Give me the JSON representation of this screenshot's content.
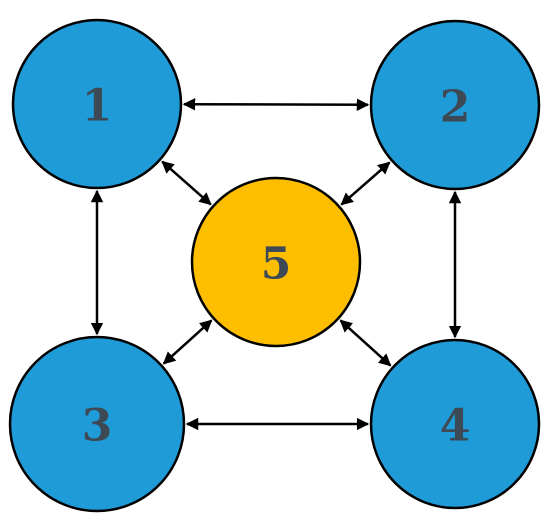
{
  "colors": {
    "outer_node_fill": "#1f9bd8",
    "center_node_fill": "#fdbe00",
    "label_color": "#3d4a56",
    "edge_color": "#000000"
  },
  "nodes": [
    {
      "id": "1",
      "label": "1",
      "role": "outer"
    },
    {
      "id": "2",
      "label": "2",
      "role": "outer"
    },
    {
      "id": "3",
      "label": "3",
      "role": "outer"
    },
    {
      "id": "4",
      "label": "4",
      "role": "outer"
    },
    {
      "id": "5",
      "label": "5",
      "role": "center"
    }
  ],
  "edges": [
    {
      "from": "1",
      "to": "2",
      "direction": "bidirectional"
    },
    {
      "from": "1",
      "to": "3",
      "direction": "bidirectional"
    },
    {
      "from": "2",
      "to": "4",
      "direction": "bidirectional"
    },
    {
      "from": "3",
      "to": "4",
      "direction": "bidirectional"
    },
    {
      "from": "1",
      "to": "5",
      "direction": "bidirectional"
    },
    {
      "from": "2",
      "to": "5",
      "direction": "bidirectional"
    },
    {
      "from": "3",
      "to": "5",
      "direction": "bidirectional"
    },
    {
      "from": "4",
      "to": "5",
      "direction": "bidirectional"
    }
  ]
}
